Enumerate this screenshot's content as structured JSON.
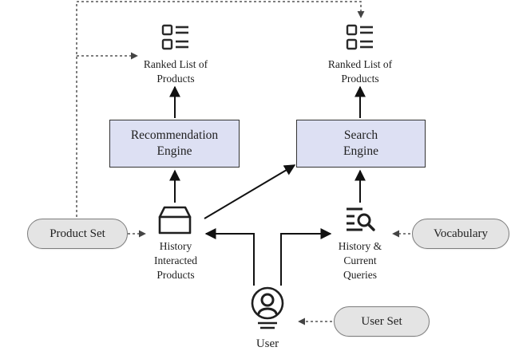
{
  "left_output": {
    "icon": "ranked-list-icon",
    "label_line1": "Ranked List of",
    "label_line2": "Products"
  },
  "right_output": {
    "icon": "ranked-list-icon",
    "label_line1": "Ranked List of",
    "label_line2": "Products"
  },
  "recommendation_engine": {
    "line1": "Recommendation",
    "line2": "Engine",
    "fill": "#dde0f3"
  },
  "search_engine": {
    "line1": "Search",
    "line2": "Engine",
    "fill": "#dde0f3"
  },
  "history_products": {
    "icon": "product-box-icon",
    "line1": "History",
    "line2": "Interacted",
    "line3": "Products"
  },
  "history_queries": {
    "icon": "query-search-icon",
    "line1": "History &",
    "line2": "Current",
    "line3": "Queries"
  },
  "product_set": {
    "label": "Product Set",
    "fill": "#e4e4e4"
  },
  "vocabulary": {
    "label": "Vocabulary",
    "fill": "#e4e4e4"
  },
  "user_set": {
    "label": "User Set",
    "fill": "#e4e4e4"
  },
  "user": {
    "icon": "user-avatar-icon",
    "label": "User"
  }
}
